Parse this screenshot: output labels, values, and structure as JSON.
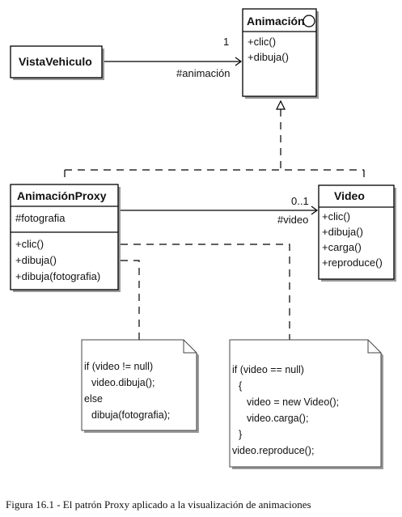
{
  "classes": {
    "vista": {
      "name": "VistaVehiculo"
    },
    "animacion": {
      "name": "Animación",
      "methods": [
        "+clic()",
        "+dibuja()"
      ]
    },
    "proxy": {
      "name": "AnimaciónProxy",
      "attributes": [
        "#fotografia"
      ],
      "methods": [
        "+clic()",
        "+dibuja()",
        "+dibuja(fotografia)"
      ]
    },
    "video": {
      "name": "Video",
      "methods": [
        "+clic()",
        "+dibuja()",
        "+carga()",
        "+reproduce()"
      ]
    }
  },
  "associations": {
    "vista_animacion": {
      "multiplicity": "1",
      "role": "#animación"
    },
    "proxy_video": {
      "multiplicity": "0..1",
      "role": "#video"
    }
  },
  "notes": {
    "dibuja": {
      "lines": [
        "if (video != null)",
        "video.dibuja();",
        "else",
        "dibuja(fotografia);"
      ]
    },
    "clic": {
      "lines": [
        "if (video == null)",
        "{",
        "video = new Video();",
        "video.carga();",
        "}",
        "video.reproduce();"
      ]
    }
  },
  "caption": "Figura 16.1 - El patrón Proxy aplicado a la visualización de animaciones"
}
